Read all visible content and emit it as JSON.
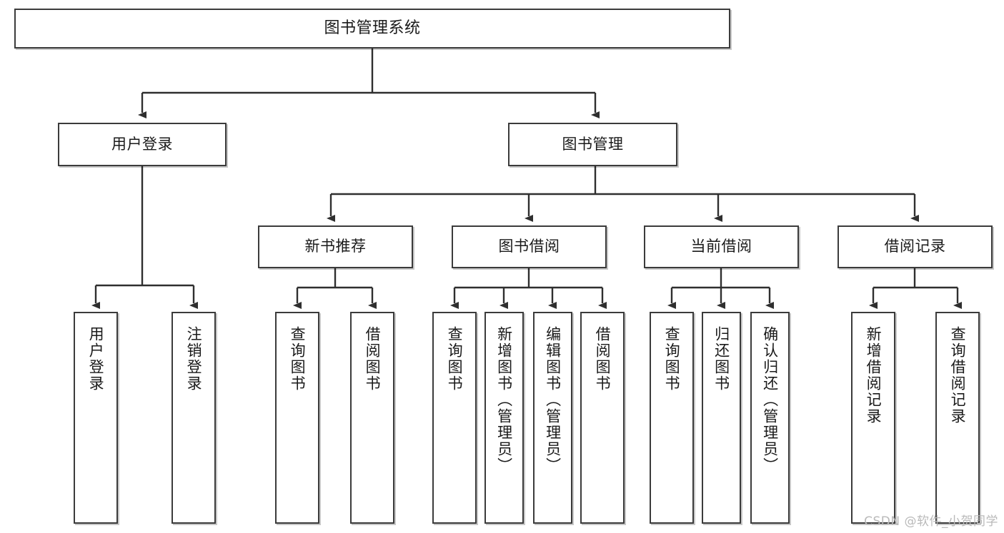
{
  "diagram": {
    "title": "图书管理系统",
    "type": "tree-hierarchy-chart",
    "watermark": "CSDN @软件_小贺同学",
    "colors": {
      "box_border": "#3b3b3b",
      "box_fill": "#ffffff",
      "connector": "#2f2f2f",
      "text": "#1a1a1a",
      "watermark": "#b9b9b9"
    }
  },
  "nodes": {
    "root": {
      "label": "图书管理系统"
    },
    "level2": [
      {
        "label": "用户登录"
      },
      {
        "label": "图书管理"
      }
    ],
    "level3": [
      {
        "label": "新书推荐"
      },
      {
        "label": "图书借阅"
      },
      {
        "label": "当前借阅"
      },
      {
        "label": "借阅记录"
      }
    ],
    "leaves": {
      "user_login": [
        {
          "label": "用户登录"
        },
        {
          "label": "注销登录"
        }
      ],
      "new_book_recommend": [
        {
          "label": "查询图书"
        },
        {
          "label": "借阅图书"
        }
      ],
      "book_borrow": [
        {
          "label": "查询图书"
        },
        {
          "label": "新增图书（管理员）"
        },
        {
          "label": "编辑图书（管理员）"
        },
        {
          "label": "借阅图书"
        }
      ],
      "current_borrow": [
        {
          "label": "查询图书"
        },
        {
          "label": "归还图书"
        },
        {
          "label": "确认归还（管理员）"
        }
      ],
      "borrow_record": [
        {
          "label": "新增借阅记录"
        },
        {
          "label": "查询借阅记录"
        }
      ]
    }
  }
}
